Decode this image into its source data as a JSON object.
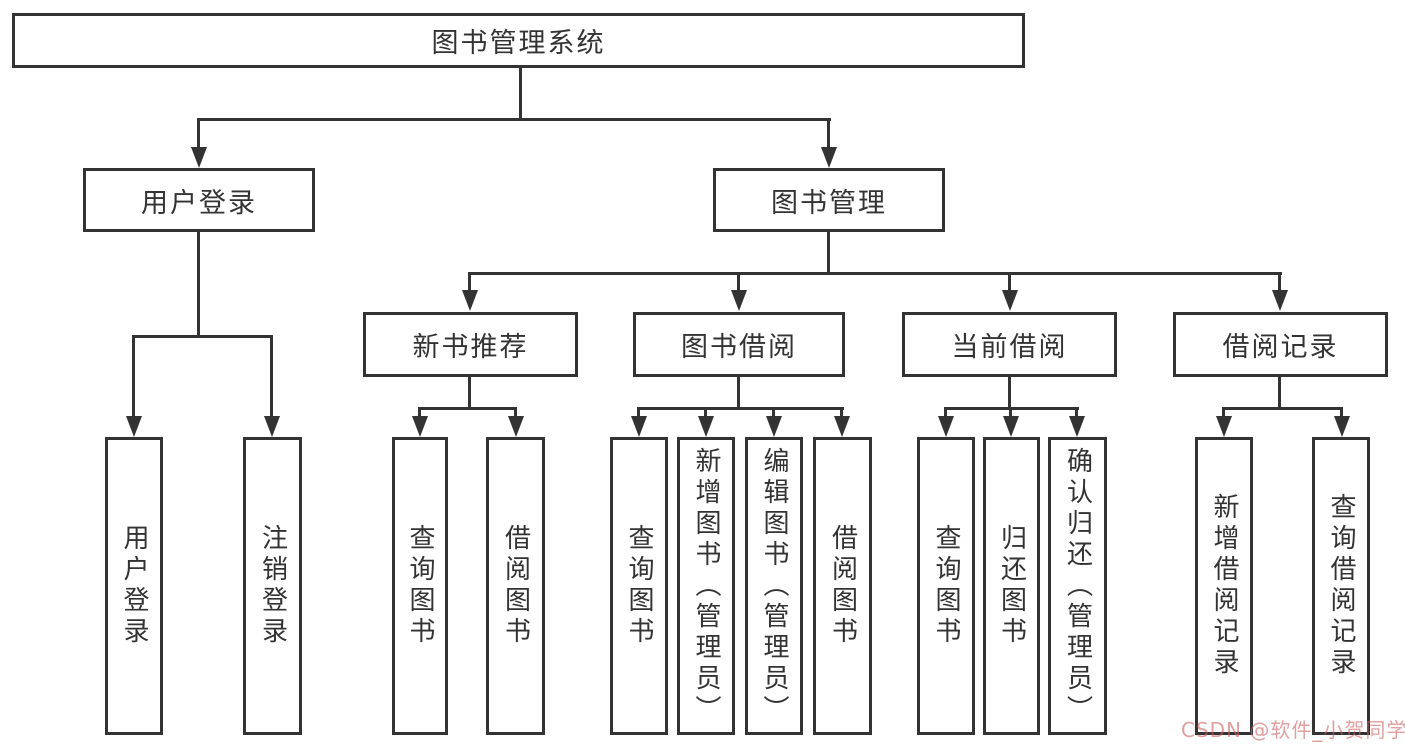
{
  "diagram": {
    "type": "hierarchy-tree",
    "title": "图书管理系统"
  },
  "nodes": {
    "root": "图书管理系统",
    "user_login": "用户登录",
    "book_mgmt": "图书管理",
    "new_book_rec": "新书推荐",
    "book_borrow": "图书借阅",
    "current_borrow": "当前借阅",
    "borrow_record": "借阅记录",
    "leaf_user_login": "用户登录",
    "leaf_logout": "注销登录",
    "leaf_query_book_rec": "查询图书",
    "leaf_borrow_book_rec": "借阅图书",
    "leaf_query_book_borrow": "查询图书",
    "leaf_add_book": "新增图书（管理员）",
    "leaf_edit_book": "编辑图书（管理员）",
    "leaf_borrow_book_borrow": "借阅图书",
    "leaf_query_book_current": "查询图书",
    "leaf_return_book": "归还图书",
    "leaf_confirm_return": "确认归还（管理员）",
    "leaf_add_record": "新增借阅记录",
    "leaf_query_record": "查询借阅记录"
  },
  "hierarchy": {
    "图书管理系统": {
      "用户登录": [
        "用户登录",
        "注销登录"
      ],
      "图书管理": {
        "新书推荐": [
          "查询图书",
          "借阅图书"
        ],
        "图书借阅": [
          "查询图书",
          "新增图书（管理员）",
          "编辑图书（管理员）",
          "借阅图书"
        ],
        "当前借阅": [
          "查询图书",
          "归还图书",
          "确认归还（管理员）"
        ],
        "借阅记录": [
          "新增借阅记录",
          "查询借阅记录"
        ]
      }
    }
  },
  "watermark": "CSDN @软件_小贺同学",
  "colors": {
    "background": "#ffffff",
    "line": "#333333",
    "text": "#333333",
    "watermark": "#cd5f5f"
  }
}
